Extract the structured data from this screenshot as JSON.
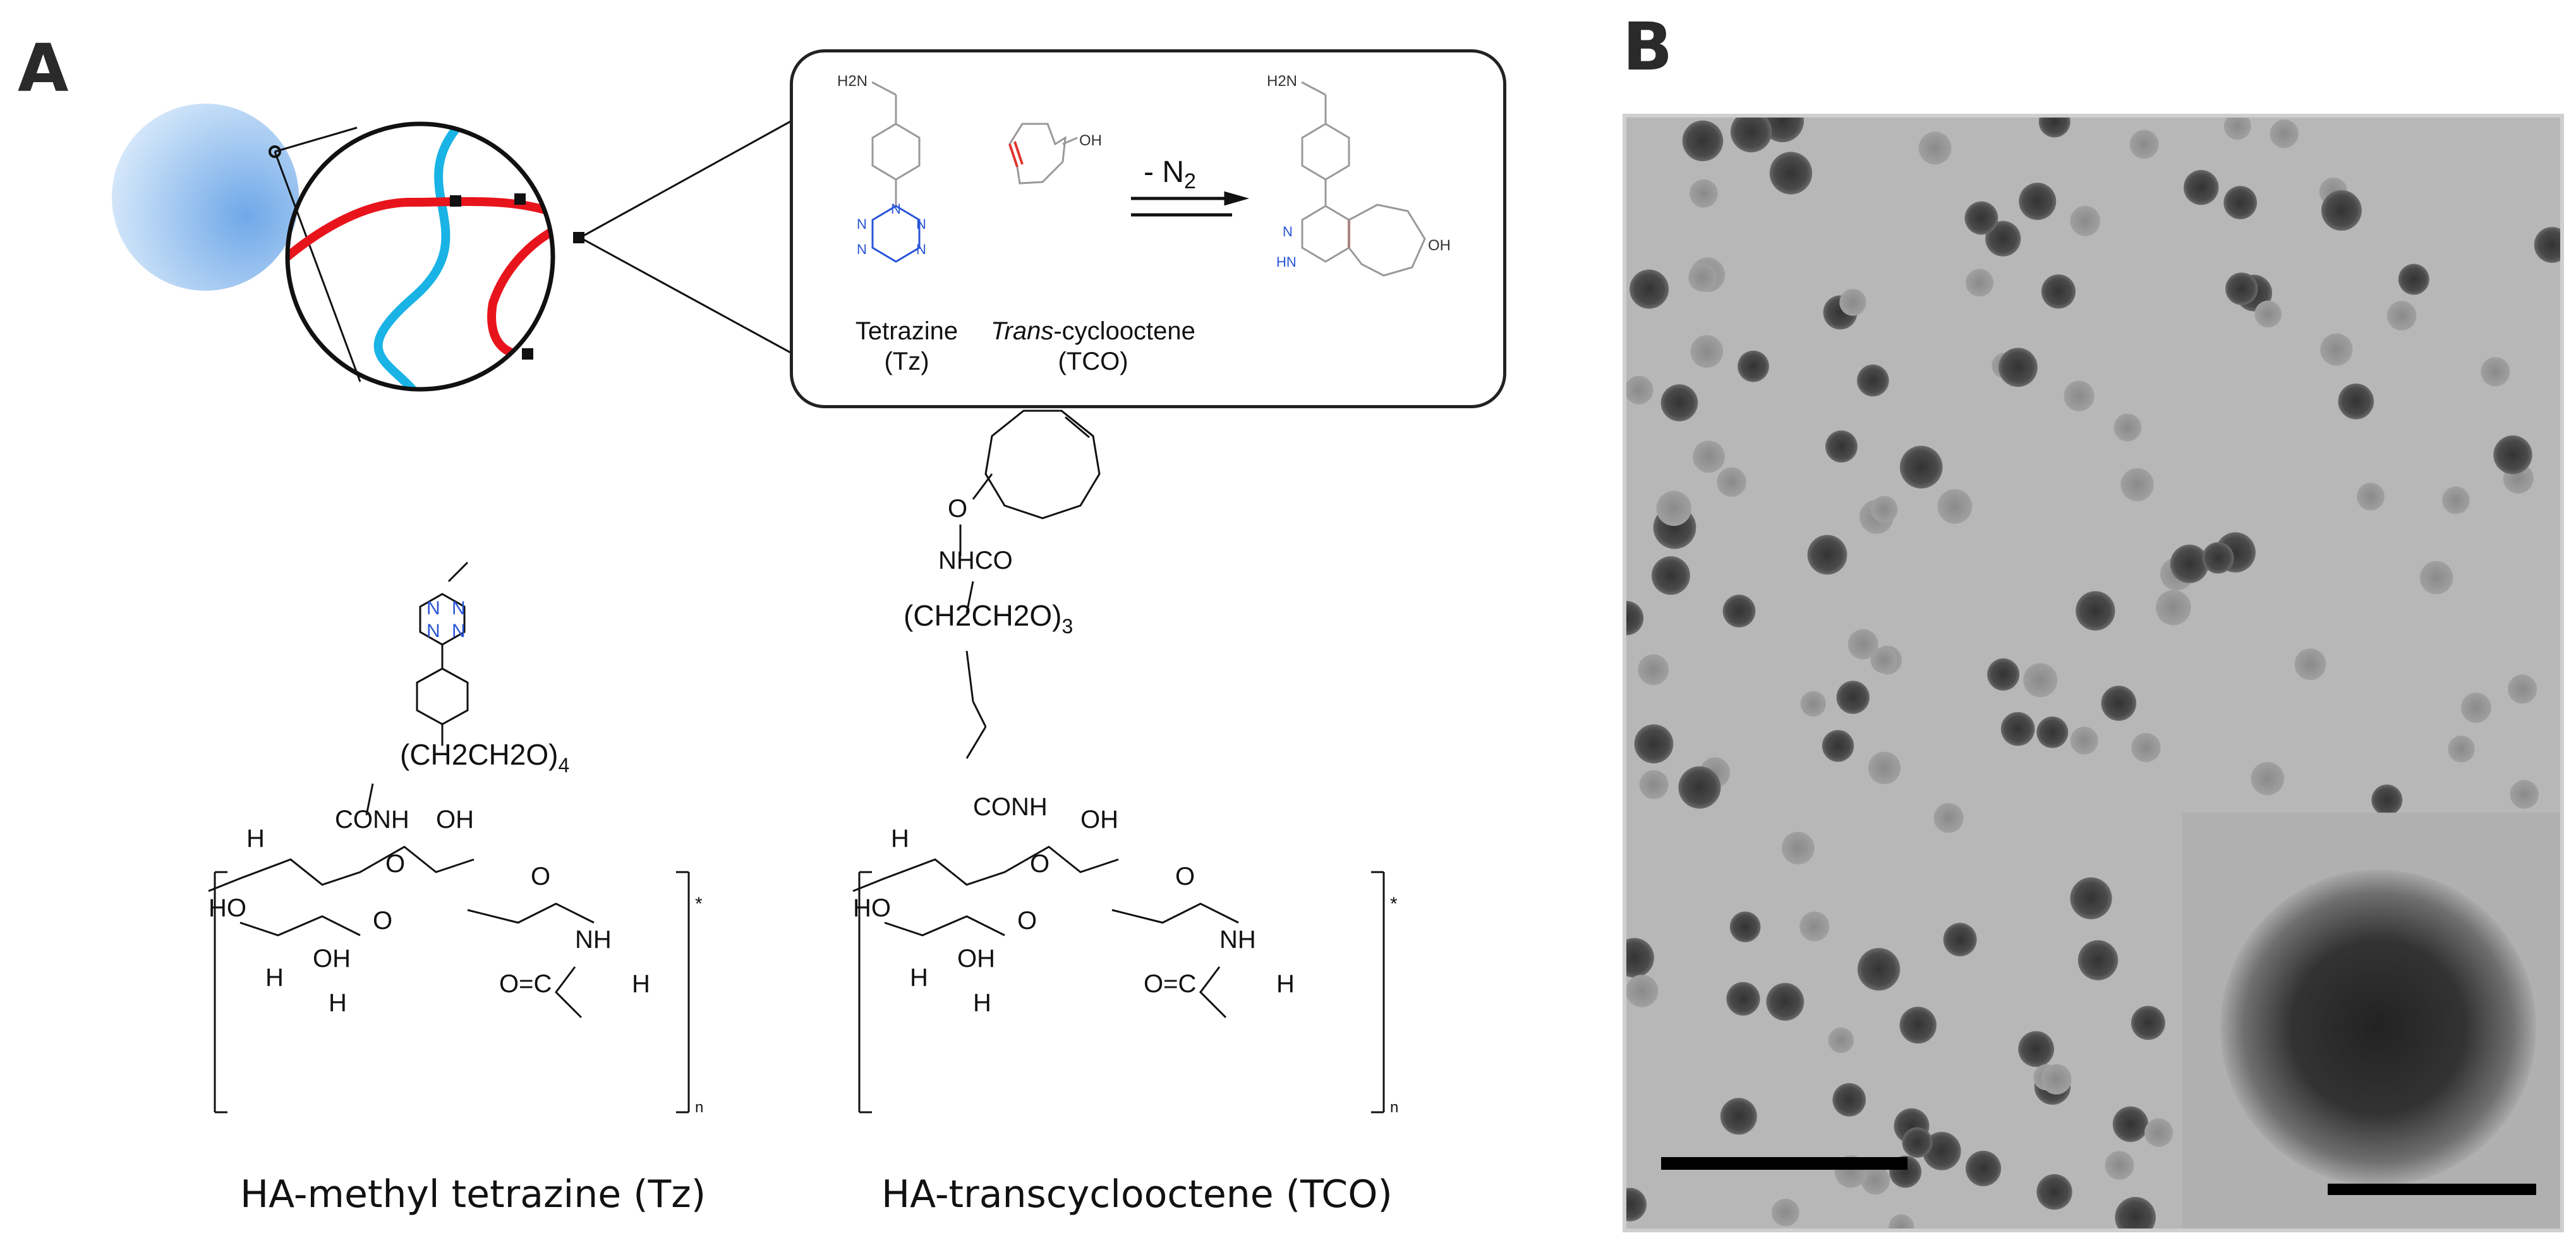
{
  "panels": {
    "a_label": "A",
    "b_label": "B"
  },
  "reaction": {
    "byproduct_prefix": "- N",
    "byproduct_subscript": "2",
    "tz_name": "Tetrazine",
    "tz_abbr": "(Tz)",
    "tco_name_italic": "Trans",
    "tco_name_rest": "-cyclooctene",
    "tco_abbr": "(TCO)",
    "amine": "H2N",
    "hydroxyl": "OH",
    "nh": "HN"
  },
  "structures": {
    "tz_caption": "HA-methyl tetrazine (Tz)",
    "tco_caption": "HA-transcyclooctene (TCO)",
    "atoms": {
      "n": "N",
      "h": "H",
      "o": "O",
      "ho": "HO",
      "oh": "OH",
      "nh": "NH",
      "conh": "CONH",
      "nhco": "NHCO",
      "co": "O=C",
      "peg4_base": "(CH2CH2O)",
      "peg4_sub": "4",
      "peg3_base": "(CH2CH2O)",
      "peg3_sub": "3",
      "n_sub": "n",
      "star": "*"
    }
  },
  "colors": {
    "particle": "#8fc0ee",
    "red_chain": "#e8141c",
    "blue_chain": "#19b3e6",
    "nitrogen": "#2a55d8",
    "alkene_red": "#e0352f",
    "tem_background": "#b5b5b5",
    "tem_particle": "#3a3a3a"
  },
  "tem": {
    "particle_count_note": "",
    "scale_bars": 2
  }
}
